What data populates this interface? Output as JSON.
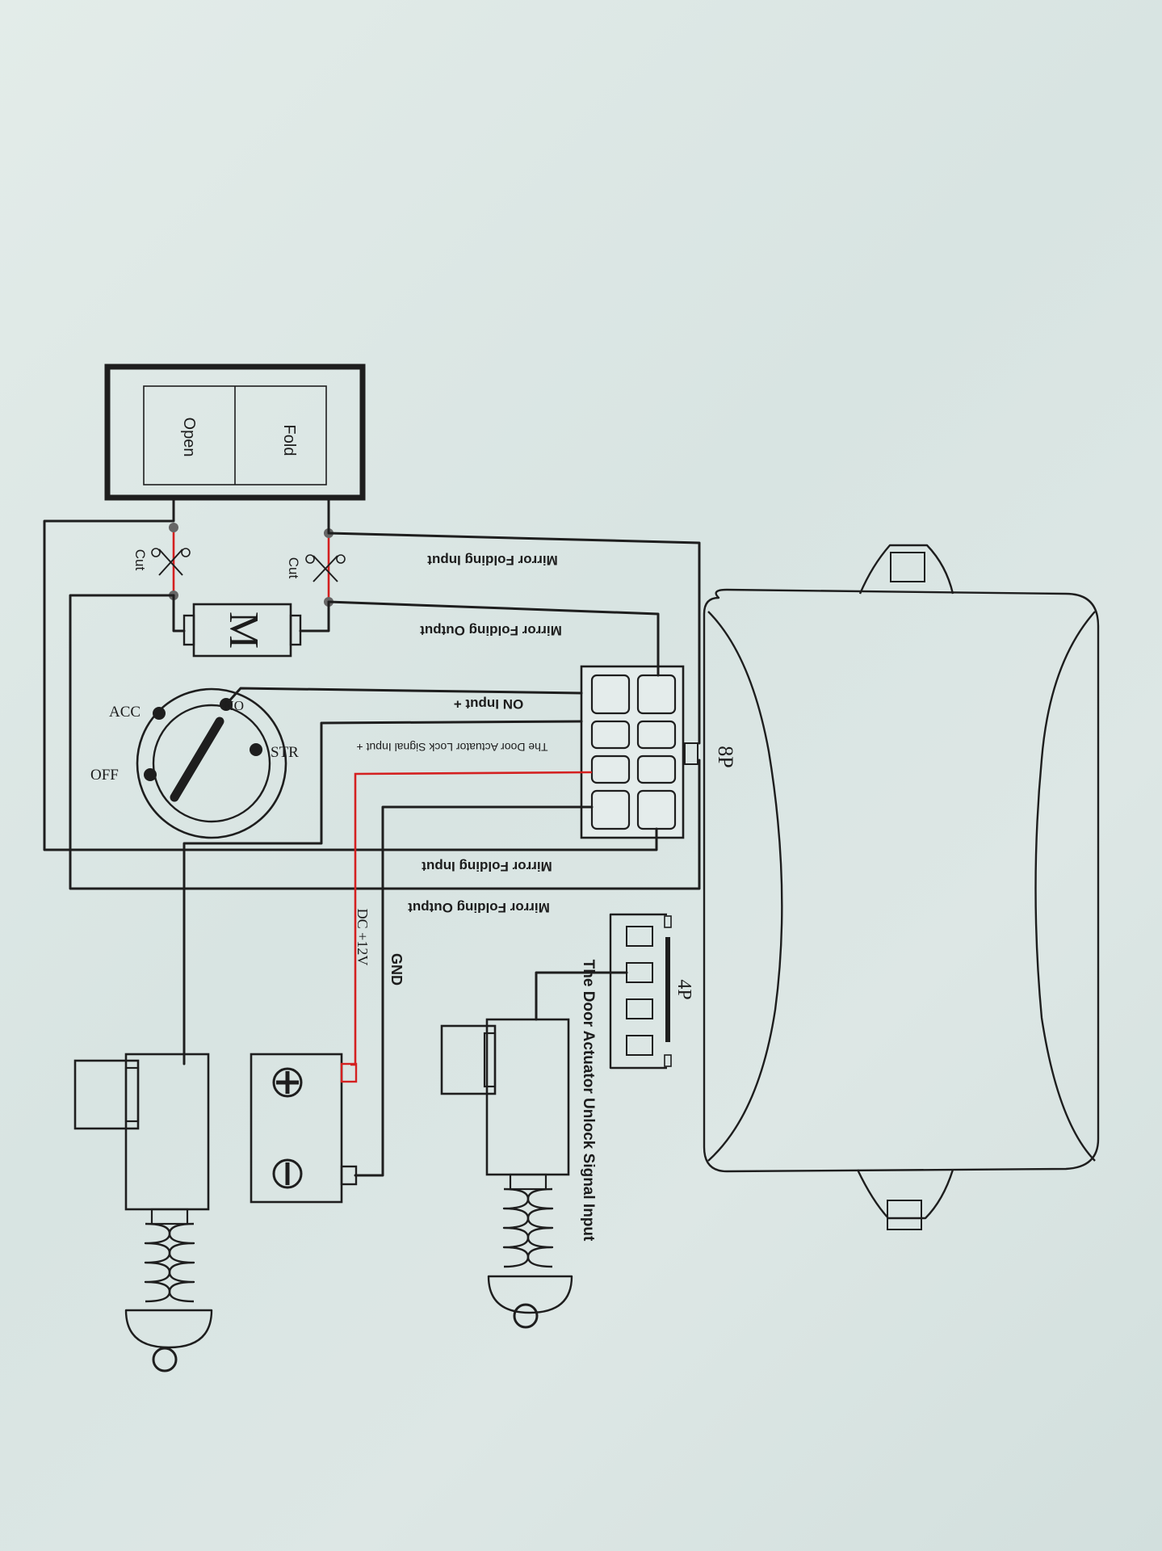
{
  "labels": {
    "fold": "Fold",
    "open": "Open",
    "cut": "Cut",
    "motor": "M",
    "acc": "ACC",
    "on": "ON",
    "off": "OFF",
    "str": "STR",
    "mirror_folding_input": "Mirror Folding Input",
    "mirror_folding_output": "Mirror Folding Output",
    "on_input": "ON Input  +",
    "lock_signal_input": "The Door Actuator Lock Signal Input  +",
    "dc_12v": "DC +12V",
    "gnd": "GND",
    "connector_8p": "8P",
    "connector_4p": "4P",
    "unlock_signal_input": "The Door Actuator Unlock Signal Input"
  },
  "colors": {
    "wire": "#1e1e1e",
    "power_wire": "#d42020",
    "paper": "#dde7e5"
  }
}
